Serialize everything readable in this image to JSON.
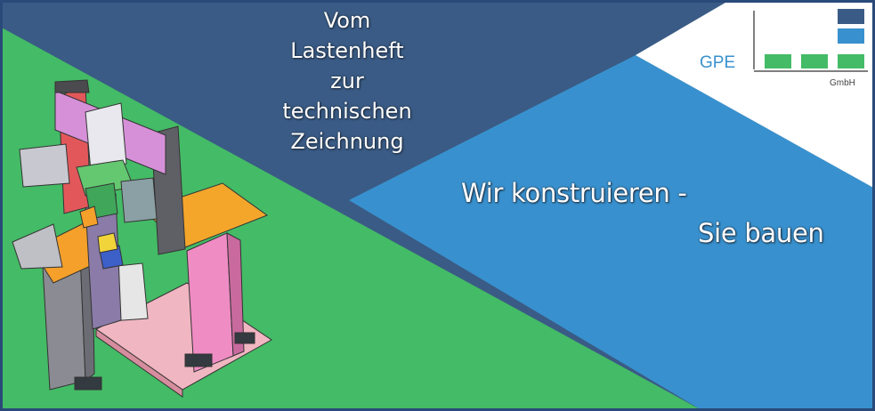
{
  "headline": {
    "lines": [
      "Vom",
      "Lastenheft",
      "zur",
      "technischen",
      "Zeichnung"
    ]
  },
  "tagline": {
    "line1": "Wir konstruieren -",
    "line2": "Sie bauen"
  },
  "logo": {
    "name": "GPE",
    "suffix": "GmbH"
  },
  "colors": {
    "navy": "#3a5b85",
    "blue": "#3891ce",
    "green": "#44bb66",
    "border": "#2a4a7a"
  },
  "illustration": "cad-machine-drawing-icon"
}
